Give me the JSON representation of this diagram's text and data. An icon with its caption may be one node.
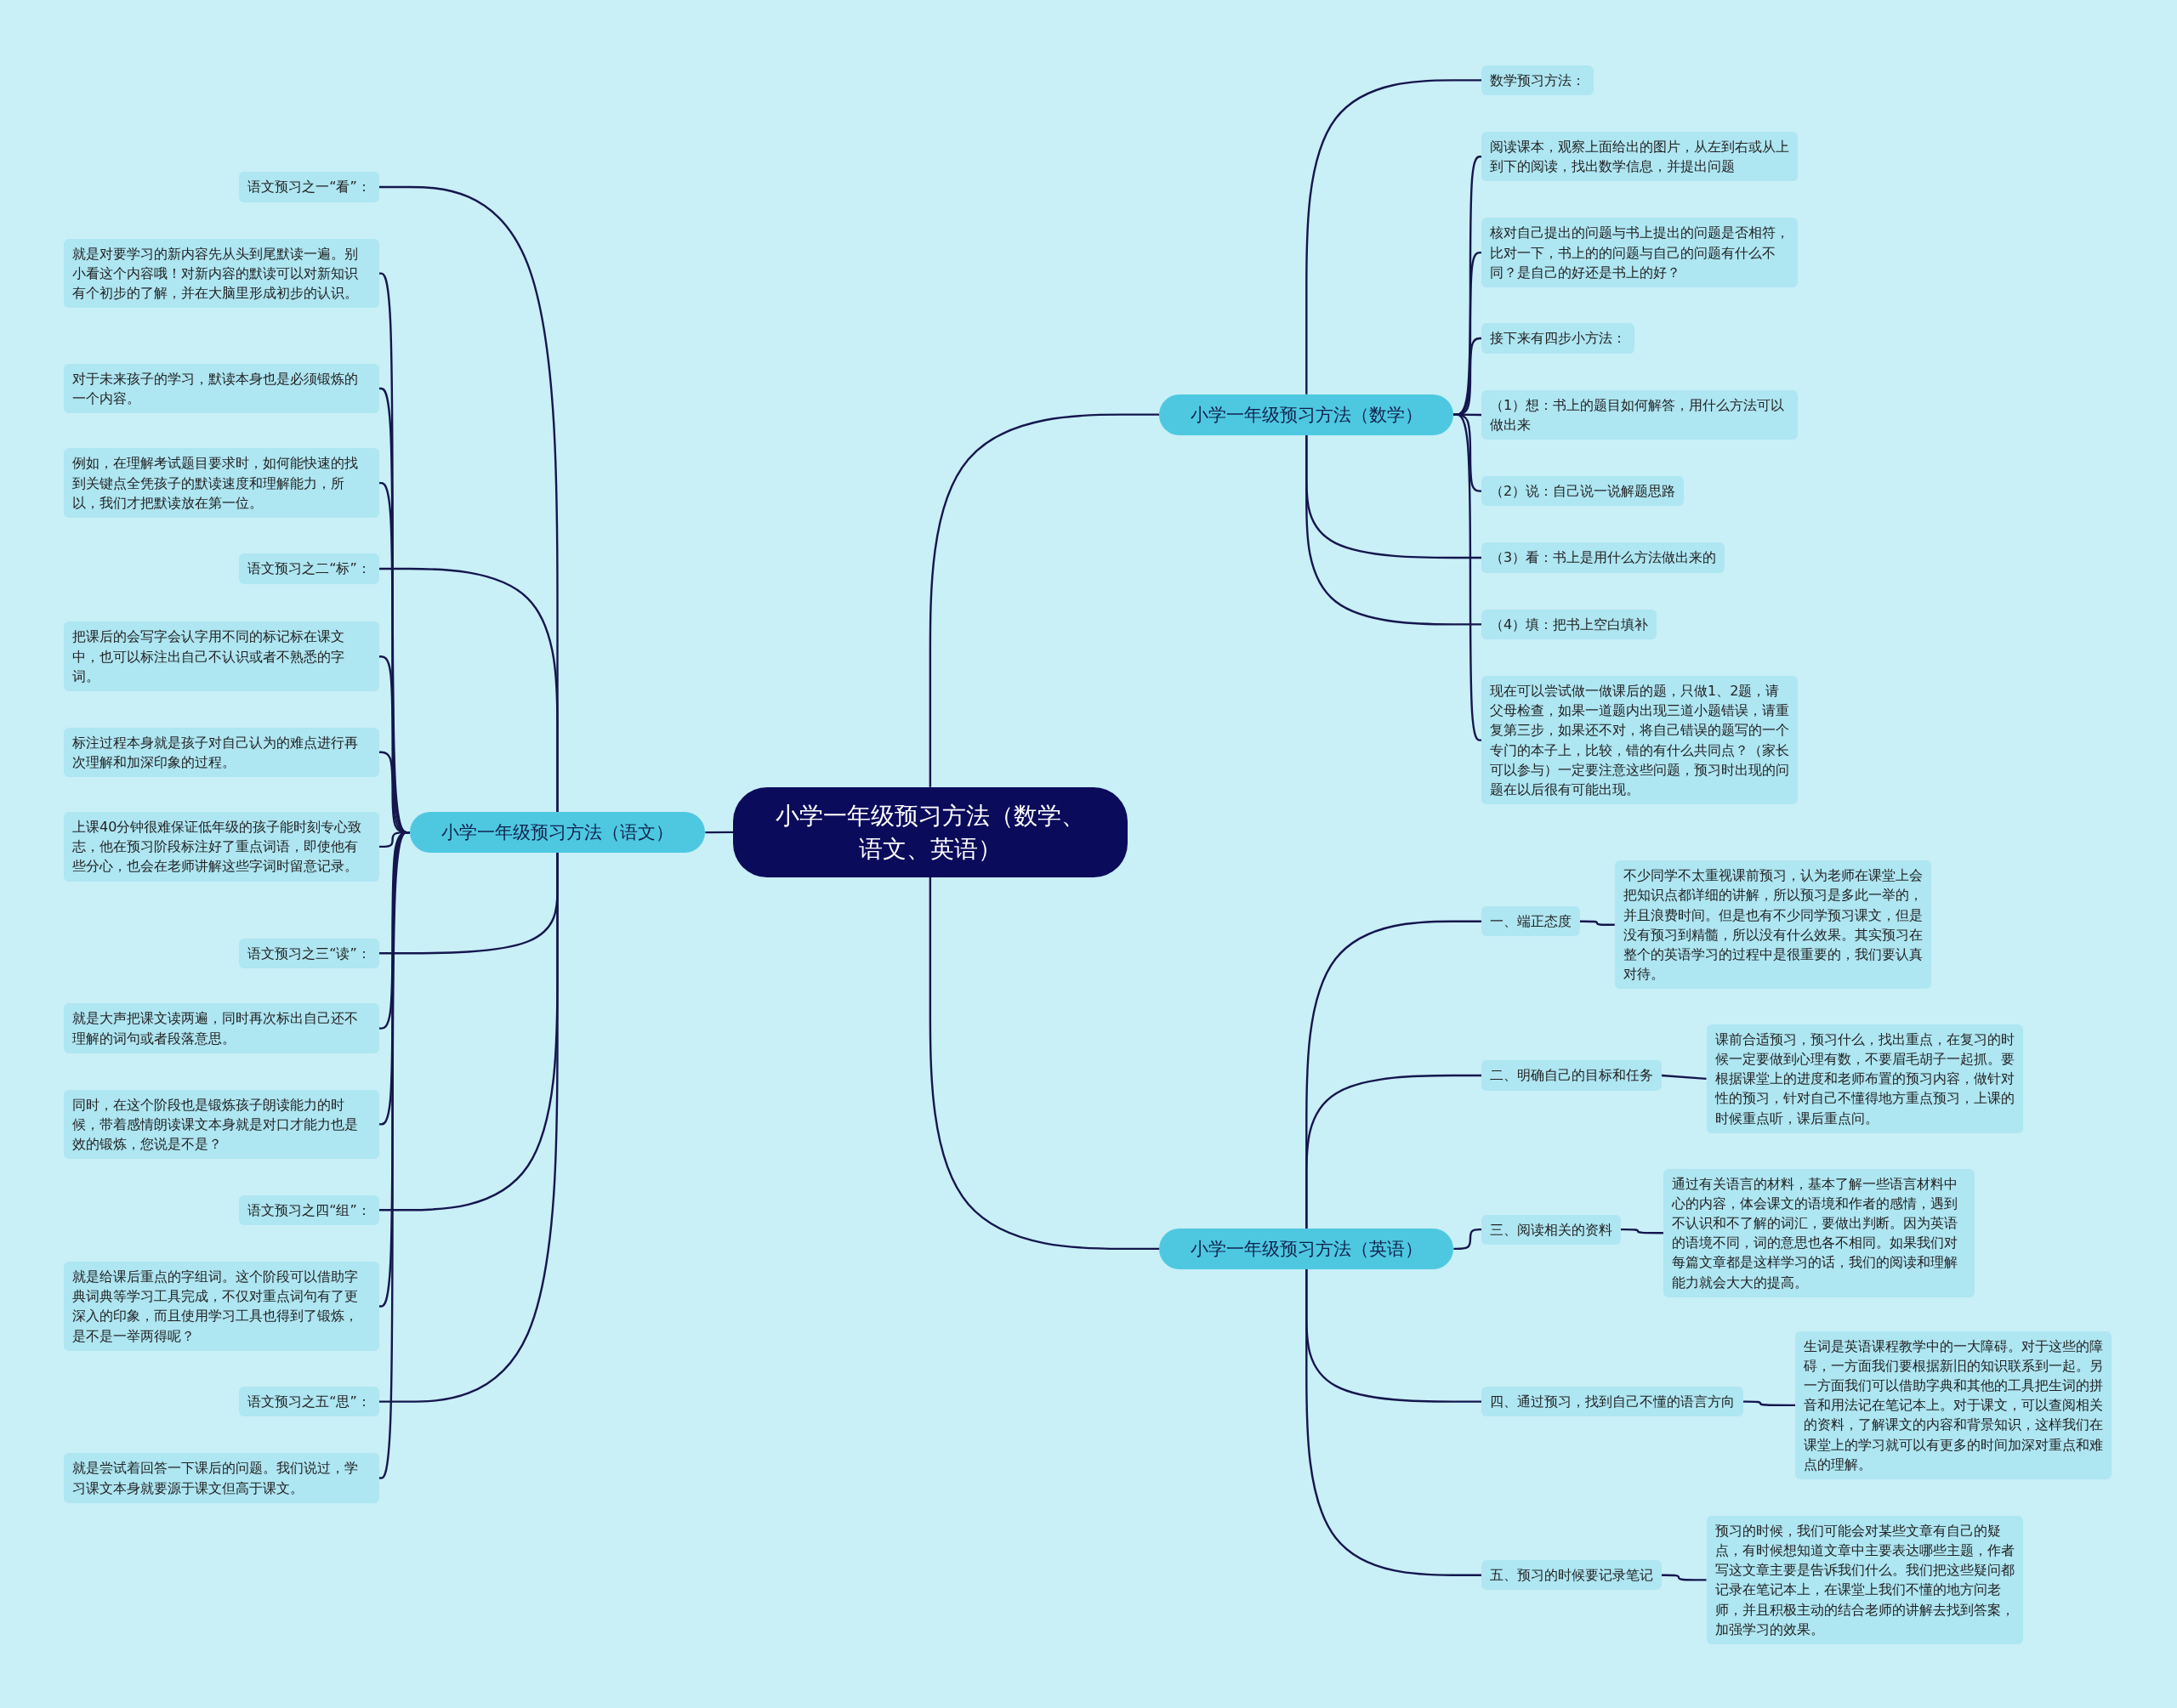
{
  "diagram": {
    "nodes": [
      {
        "text": [
          "小学一年级预习方法（数学、语文、英语）"
        ]
      },
      {
        "text": [
          "小学一年级预习方法（数学）"
        ]
      },
      {
        "text": [
          "数学预习方法："
        ]
      },
      {
        "text": [
          "阅读课本，观察上面给出的图片，从左到右或从上到下的阅读，找出数学信息，并提出问题"
        ]
      },
      {
        "text": [
          "核对自己提出的问题与书上提出的问题是否相符，比对一下，书上的的问题与自己的问题有什么不同？是自己的好还是书上的好？"
        ]
      },
      {
        "text": [
          "接下来有四步小方法："
        ]
      },
      {
        "text": [
          "（1）想：书上的题目如何解答，用什么方法可以做出来"
        ]
      },
      {
        "text": [
          "（2）说：自己说一说解题思路"
        ]
      },
      {
        "text": [
          "（3）看：书上是用什么方法做出来的"
        ]
      },
      {
        "text": [
          "（4）填：把书上空白填补"
        ]
      },
      {
        "text": [
          "现在可以尝试做一做课后的题，只做1、2题，请父母检查，如果一道题内出现三道小题错误，请重复第三步，如果还不对，将自己错误的题写的一个专门的本子上，比较，错的有什么共同点？（家长可以参与）一定要注意这些问题，预习时出现的问题在以后很有可能出现。"
        ]
      },
      {
        "text": [
          "小学一年级预习方法（语文）"
        ]
      },
      {
        "text": [
          "语文预习之一“看”："
        ]
      },
      {
        "text": [
          "就是对要学习的新内容先从头到尾默读一遍。别小看这个内容哦！对新内容的默读可以对新知识有个初步的了解，并在大脑里形成初步的认识。"
        ]
      },
      {
        "text": [
          "对于未来孩子的学习，默读本身也是必须锻炼的一个内容。"
        ]
      },
      {
        "text": [
          "例如，在理解考试题目要求时，如何能快速的找到关键点全凭孩子的默读速度和理解能力，所以，我们才把默读放在第一位。"
        ]
      },
      {
        "text": [
          "语文预习之二“标”："
        ]
      },
      {
        "text": [
          "把课后的会写字会认字用不同的标记标在课文中，也可以标注出自己不认识或者不熟悉的字词。"
        ]
      },
      {
        "text": [
          "标注过程本身就是孩子对自己认为的难点进行再次理解和加深印象的过程。"
        ]
      },
      {
        "text": [
          "上课40分钟很难保证低年级的孩子能时刻专心致志，他在预习阶段标注好了重点词语，即使他有些分心，也会在老师讲解这些字词时留意记录。"
        ]
      },
      {
        "text": [
          "语文预习之三“读”："
        ]
      },
      {
        "text": [
          "就是大声把课文读两遍，同时再次标出自己还不理解的词句或者段落意思。"
        ]
      },
      {
        "text": [
          "同时，在这个阶段也是锻炼孩子朗读能力的时候，带着感情朗读课文本身就是对口才能力也是效的锻炼，您说是不是？"
        ]
      },
      {
        "text": [
          "语文预习之四“组”："
        ]
      },
      {
        "text": [
          "就是给课后重点的字组词。这个阶段可以借助字典词典等学习工具完成，不仅对重点词句有了更深入的印象，而且使用学习工具也得到了锻炼，是不是一举两得呢？"
        ]
      },
      {
        "text": [
          "语文预习之五“思”："
        ]
      },
      {
        "text": [
          "就是尝试着回答一下课后的问题。我们说过，学习课文本身就要源于课文但高于课文。"
        ]
      },
      {
        "text": [
          "小学一年级预习方法（英语）"
        ]
      },
      {
        "text": [
          "一、端正态度"
        ]
      },
      {
        "text": [
          "不少同学不太重视课前预习，认为老师在课堂上会把知识点都详细的讲解，所以预习是多此一举的，并且浪费时间。但是也有不少同学预习课文，但是没有预习到精髓，所以没有什么效果。其实预习在整个的英语学习的过程中是很重要的，我们要认真对待。"
        ]
      },
      {
        "text": [
          "二、明确自己的目标和任务"
        ]
      },
      {
        "text": [
          "课前合适预习，预习什么，找出重点，在复习的时候一定要做到心理有数，不要眉毛胡子一起抓。要根据课堂上的进度和老师布置的预习内容，做针对性的预习，针对自己不懂得地方重点预习，上课的时候重点听，课后重点问。"
        ]
      },
      {
        "text": [
          "三、阅读相关的资料"
        ]
      },
      {
        "text": [
          "通过有关语言的材料，基本了解一些语言材料中心的内容，体会课文的语境和作者的感情，遇到不认识和不了解的词汇，要做出判断。因为英语的语境不同，词的意思也各不相同。如果我们对每篇文章都是这样学习的话，我们的阅读和理解能力就会大大的提高。"
        ]
      },
      {
        "text": [
          "四、通过预习，找到自己不懂的语言方向"
        ]
      },
      {
        "text": [
          "生词是英语课程教学中的一大障碍。对于这些的障碍，一方面我们要根据新旧的知识联系到一起。另一方面我们可以借助字典和其他的工具把生词的拼音和用法记在笔记本上。对于课文，可以查阅相关的资料，了解课文的内容和背景知识，这样我们在课堂上的学习就可以有更多的时间加深对重点和难点的理解。"
        ]
      },
      {
        "text": [
          "五、预习的时候要记录笔记"
        ]
      },
      {
        "text": [
          "预习的时候，我们可能会对某些文章有自己的疑点，有时候想知道文章中主要表达哪些主题，作者写这文章主要是告诉我们什么。我们把这些疑问都记录在笔记本上，在课堂上我们不懂的地方问老师，并且积极主动的结合老师的讲解去找到答案，加强学习的效果。"
        ]
      }
    ],
    "edges": [
      {
        "from": 0,
        "to": 1,
        "arrow": "none"
      },
      {
        "from": 0,
        "to": 11,
        "arrow": "none"
      },
      {
        "from": 0,
        "to": 27,
        "arrow": "none"
      },
      {
        "from": 1,
        "to": 2,
        "arrow": "none"
      },
      {
        "from": 1,
        "to": 3,
        "arrow": "none"
      },
      {
        "from": 1,
        "to": 4,
        "arrow": "none"
      },
      {
        "from": 1,
        "to": 5,
        "arrow": "none"
      },
      {
        "from": 1,
        "to": 6,
        "arrow": "none"
      },
      {
        "from": 1,
        "to": 7,
        "arrow": "none"
      },
      {
        "from": 1,
        "to": 8,
        "arrow": "none"
      },
      {
        "from": 1,
        "to": 9,
        "arrow": "none"
      },
      {
        "from": 1,
        "to": 10,
        "arrow": "none"
      },
      {
        "from": 11,
        "to": 12,
        "arrow": "none"
      },
      {
        "from": 11,
        "to": 13,
        "arrow": "none"
      },
      {
        "from": 11,
        "to": 14,
        "arrow": "none"
      },
      {
        "from": 11,
        "to": 15,
        "arrow": "none"
      },
      {
        "from": 11,
        "to": 16,
        "arrow": "none"
      },
      {
        "from": 11,
        "to": 17,
        "arrow": "none"
      },
      {
        "from": 11,
        "to": 18,
        "arrow": "none"
      },
      {
        "from": 11,
        "to": 19,
        "arrow": "none"
      },
      {
        "from": 11,
        "to": 20,
        "arrow": "none"
      },
      {
        "from": 11,
        "to": 21,
        "arrow": "none"
      },
      {
        "from": 11,
        "to": 22,
        "arrow": "none"
      },
      {
        "from": 11,
        "to": 23,
        "arrow": "none"
      },
      {
        "from": 11,
        "to": 24,
        "arrow": "none"
      },
      {
        "from": 11,
        "to": 25,
        "arrow": "none"
      },
      {
        "from": 11,
        "to": 26,
        "arrow": "none"
      },
      {
        "from": 27,
        "to": 28,
        "arrow": "none"
      },
      {
        "from": 27,
        "to": 30,
        "arrow": "none"
      },
      {
        "from": 27,
        "to": 32,
        "arrow": "none"
      },
      {
        "from": 27,
        "to": 34,
        "arrow": "none"
      },
      {
        "from": 27,
        "to": 36,
        "arrow": "none"
      },
      {
        "from": 28,
        "to": 29,
        "arrow": "none"
      },
      {
        "from": 30,
        "to": 31,
        "arrow": "none"
      },
      {
        "from": 32,
        "to": 33,
        "arrow": "none"
      },
      {
        "from": 34,
        "to": 35,
        "arrow": "none"
      },
      {
        "from": 36,
        "to": 37,
        "arrow": "none"
      }
    ]
  }
}
